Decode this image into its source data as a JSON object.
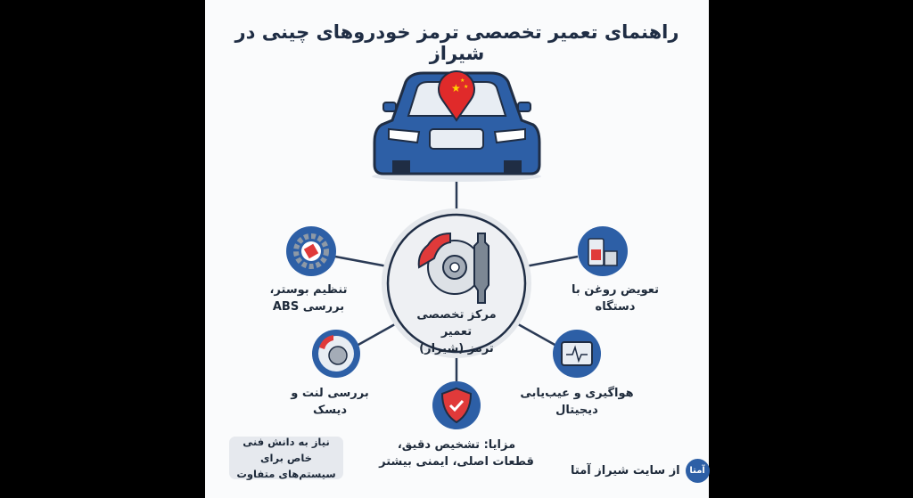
{
  "title": "راهنمای تعمیر تخصصی ترمز خودروهای چینی در شیراز",
  "center": {
    "line1": "مرکز تخصصی تعمیر",
    "line2": "ترمز (شیراز)"
  },
  "nodes": {
    "booster": {
      "line1": "تنظیم بوستر،",
      "line2": "بررسی ABS",
      "icon": "gear-piston-icon"
    },
    "oil": {
      "line1": "تعویض روغن با",
      "line2": "دستگاه",
      "icon": "brake-fluid-machine-icon"
    },
    "pads": {
      "line1": "بررسی لنت و",
      "line2": "دیسک",
      "icon": "brake-disc-icon"
    },
    "bleeding": {
      "line1": "هواگیری و عیب‌یابی",
      "line2": "دیجیتال",
      "icon": "diagnostic-monitor-icon"
    },
    "benefits": {
      "line1": "مزایا: تشخیص دقیق،",
      "line2": "قطعات اصلی، ایمنی بیشتر",
      "icon": "shield-check-icon"
    }
  },
  "note": {
    "line1": "نیاز به دانش فنی خاص برای",
    "line2": "سیستم‌های متفاوت"
  },
  "brand": {
    "text": "از سایت شیراز آمتا",
    "logo": "آمتا"
  },
  "colors": {
    "primary": "#2d5fa6",
    "accent": "#e03a3a",
    "dark": "#1f2d44"
  }
}
